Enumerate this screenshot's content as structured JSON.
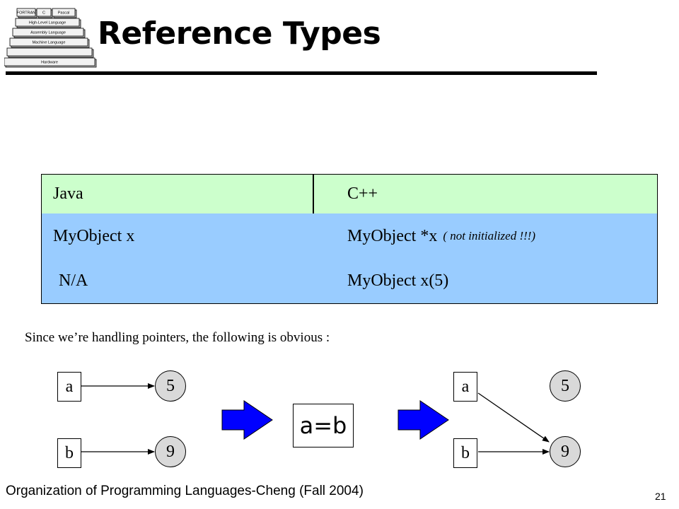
{
  "slide": {
    "title": "Reference Types",
    "footer": "Organization of Programming Languages-Cheng (Fall 2004)",
    "page_number": "21"
  },
  "logo": {
    "layers": [
      "FORTRAN",
      "C",
      "Pascal",
      "High-Level Language",
      "Assembly Language",
      "Machine Language",
      "Hardware"
    ]
  },
  "table": {
    "header": [
      "Java",
      "C++"
    ],
    "rows": [
      {
        "java": "MyObject x",
        "cpp": "MyObject *x",
        "cpp_note": "( not initialized !!!)"
      },
      {
        "java": "N/A",
        "cpp": "MyObject x(5)"
      }
    ],
    "header_color": "#ccffcc",
    "row_color": "#99ccff"
  },
  "caption": "Since we’re handling pointers, the following is obvious :",
  "diagram": {
    "before": {
      "a_label": "a",
      "b_label": "b",
      "a_value": "5",
      "b_value": "9"
    },
    "operation": "a=b",
    "after": {
      "a_label": "a",
      "b_label": "b",
      "a_value": "5",
      "b_value": "9"
    },
    "arrow_color": "#0000ff"
  }
}
